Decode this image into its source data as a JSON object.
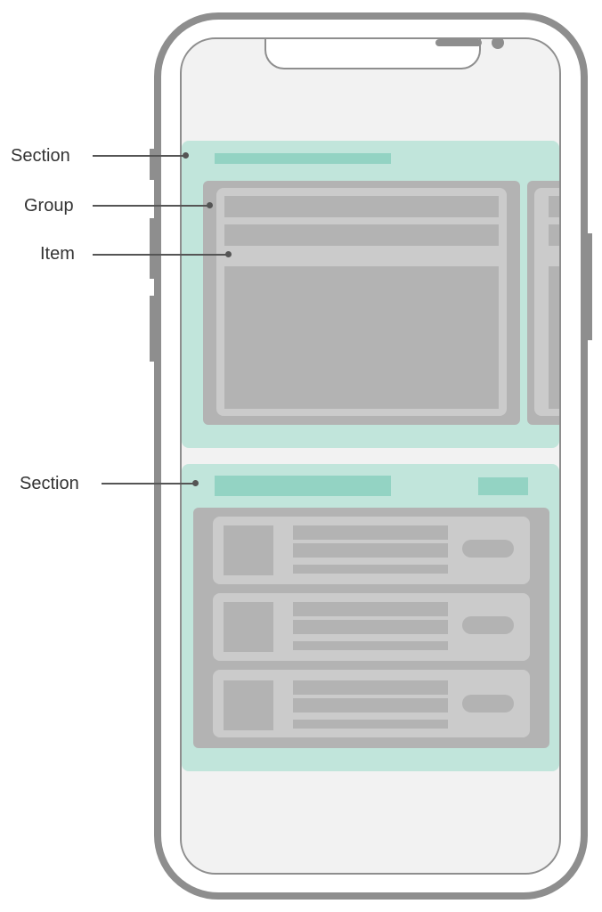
{
  "labels": {
    "section_top": "Section",
    "group": "Group",
    "item": "Item",
    "section_bottom": "Section"
  },
  "colors": {
    "section": "#c1e5db",
    "section_title": "#93d3c3",
    "group": "#b3b3b3",
    "card": "#cbcbcb",
    "device": "#8e8e8e"
  }
}
